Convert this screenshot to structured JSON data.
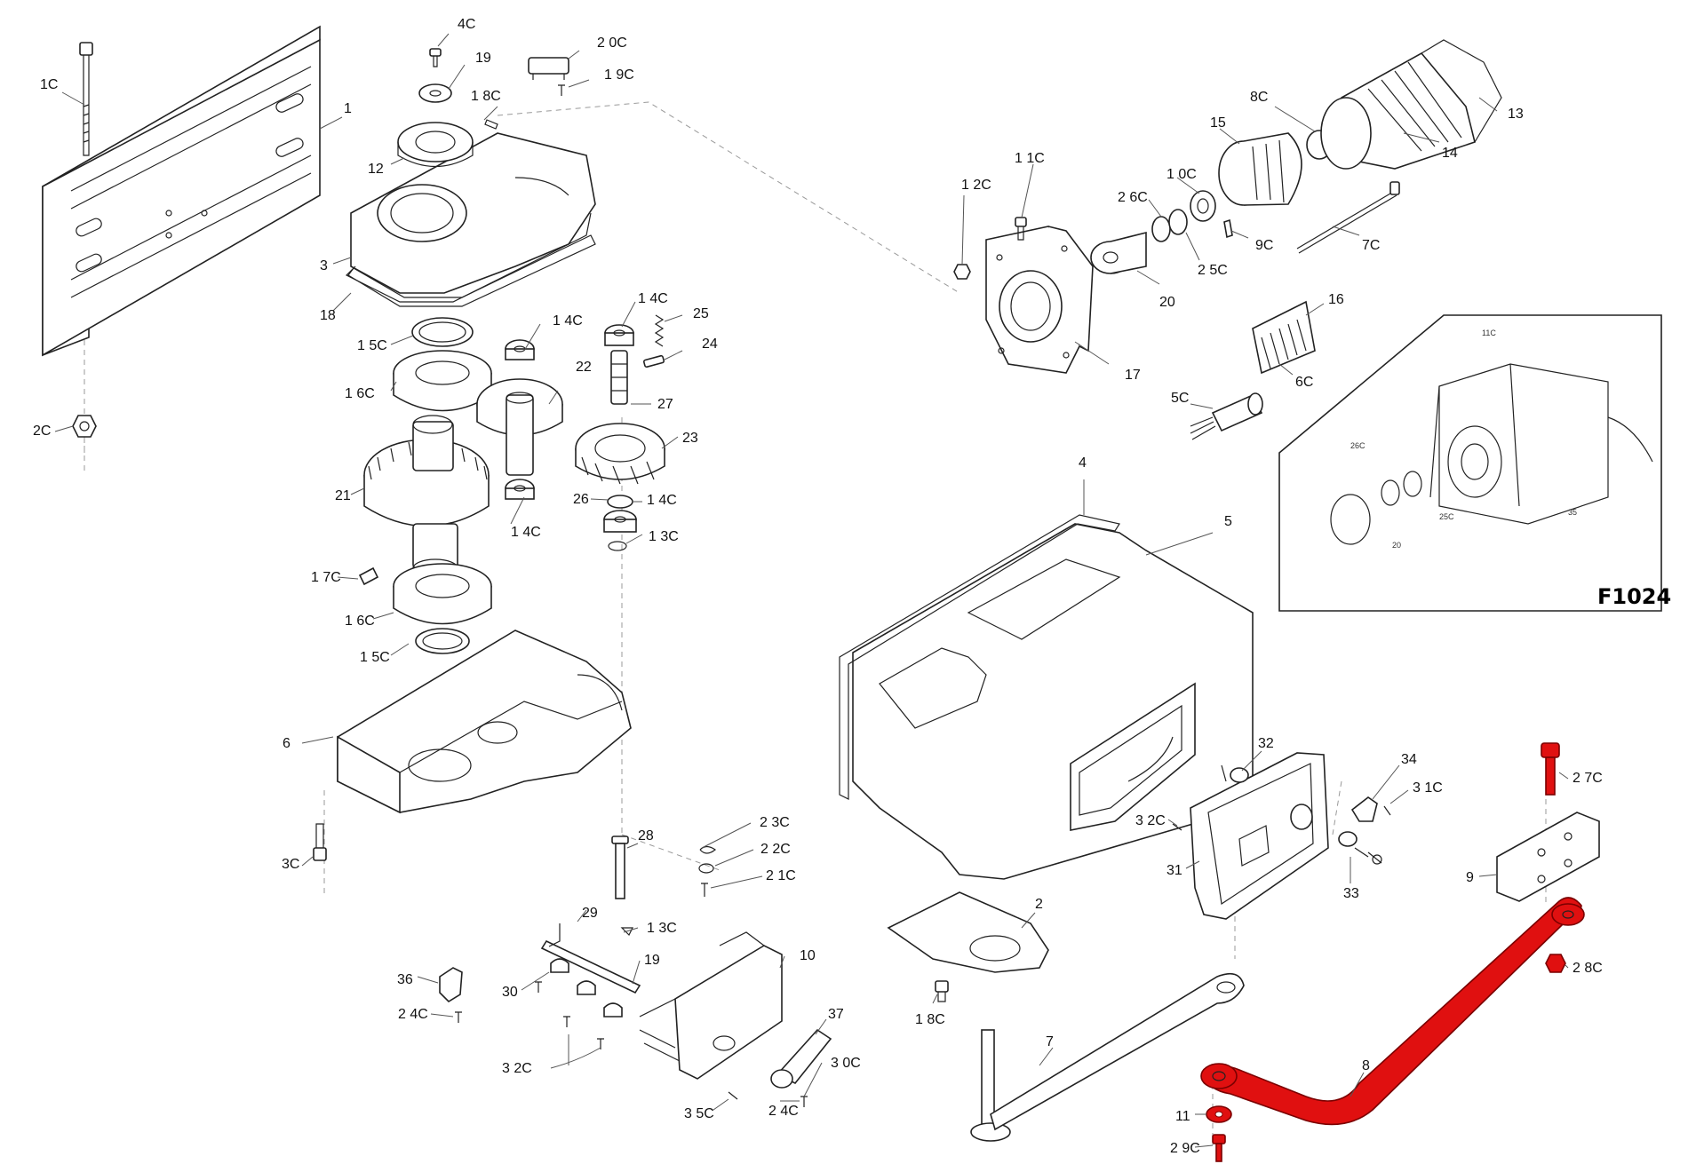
{
  "diagram": {
    "inset_code": "F1024",
    "inset_labels": [
      "11C",
      "26C",
      "25C",
      "20",
      "35"
    ],
    "labels": [
      "1C",
      "1",
      "2C",
      "4C",
      "19",
      "1 8C",
      "2 0C",
      "1 9C",
      "12",
      "3",
      "18",
      "1 5C",
      "1 6C",
      "1 4C",
      "22",
      "1 4C",
      "25",
      "24",
      "27",
      "23",
      "21",
      "26",
      "1 4C",
      "1 4C",
      "1 3C",
      "1 7C",
      "1 6C",
      "1 5C",
      "6",
      "3C",
      "28",
      "2 3C",
      "2 2C",
      "2 1C",
      "29",
      "1 3C",
      "19",
      "10",
      "36",
      "2 4C",
      "30",
      "3 2C",
      "37",
      "3 0C",
      "3 5C",
      "2 4C",
      "1 2C",
      "1 1C",
      "2 6C",
      "1 0C",
      "8C",
      "15",
      "13",
      "14",
      "9C",
      "7C",
      "2 5C",
      "20",
      "17",
      "16",
      "6C",
      "5C",
      "4",
      "5",
      "2",
      "1 8C",
      "32",
      "34",
      "3 1C",
      "3 2C",
      "31",
      "33",
      "2 7C",
      "9",
      "2 8C",
      "7",
      "8",
      "11",
      "2 9C"
    ]
  }
}
